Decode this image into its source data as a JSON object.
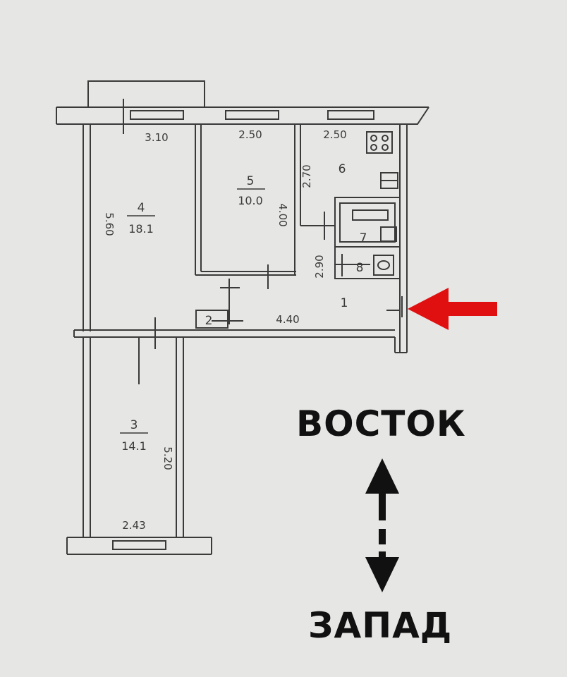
{
  "rooms": [
    {
      "number": "4",
      "area": "18.1"
    },
    {
      "number": "5",
      "area": "10.0"
    },
    {
      "number": "6",
      "area": ""
    },
    {
      "number": "7",
      "area": ""
    },
    {
      "number": "8",
      "area": ""
    },
    {
      "number": "1",
      "area": ""
    },
    {
      "number": "2",
      "area": ""
    },
    {
      "number": "3",
      "area": "14.1"
    }
  ],
  "dimensions": {
    "top_left": "3.10",
    "top_mid": "2.50",
    "top_right": "2.50",
    "room4_height": "5.60",
    "room5_height": "4.00",
    "kitchen_height": "2.70",
    "bath_height": "2.90",
    "hall_width": "4.40",
    "room3_height": "5.20",
    "room3_width": "2.43"
  },
  "compass": {
    "east": "ВОСТОК",
    "west": "ЗАПАД"
  },
  "colors": {
    "paper": "#e6e6e4",
    "ink": "#3a3a3a",
    "arrow": "#e01010",
    "compass": "#111111"
  }
}
